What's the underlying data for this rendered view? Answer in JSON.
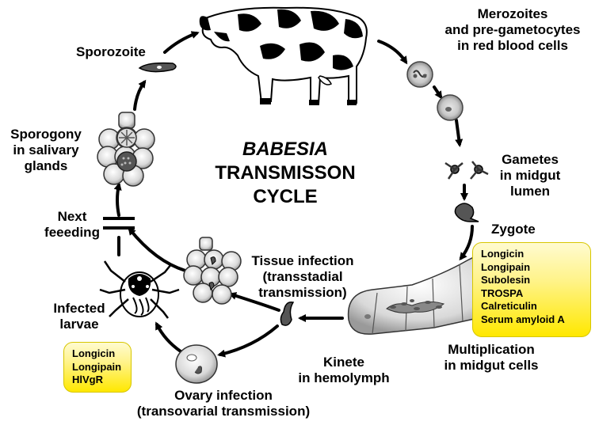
{
  "title": {
    "line1": "BABESIA",
    "line2": "TRANSMISSON",
    "line3": "CYCLE"
  },
  "stages": {
    "sporozoite": "Sporozoite",
    "merozoites": [
      "Merozoites",
      "and pre-gametocytes",
      "in red blood cells"
    ],
    "gametes": [
      "Gametes",
      "in midgut",
      "lumen"
    ],
    "zygote": "Zygote",
    "multiplication": [
      "Multiplication",
      "in midgut cells"
    ],
    "kinete": [
      "Kinete",
      "in hemolymph"
    ],
    "ovary": [
      "Ovary infection",
      "(transovarial transmission)"
    ],
    "tissue": [
      "Tissue infection",
      "(transstadial",
      "transmission)"
    ],
    "larvae": [
      "Infected",
      "larvae"
    ],
    "feeding": [
      "Next",
      "feeeding"
    ],
    "sporogony": [
      "Sporogony",
      "in salivary",
      "glands"
    ]
  },
  "molecule_boxes": {
    "midgut": [
      "Longicin",
      "Longipain",
      "Subolesin",
      "TROSPA",
      "Calreticulin",
      "Serum amyloid A"
    ],
    "ovary": [
      "Longicin",
      "Longipain",
      "HlVgR"
    ]
  },
  "colors": {
    "box_fill": "#fff38a",
    "parasite": "#555555",
    "cell": "#e6e6e6",
    "arrow": "#000000"
  },
  "icons": [
    "cow-icon",
    "tick-icon",
    "red-blood-cell-icon",
    "salivary-gland-icon",
    "midgut-cell-icon",
    "parasite-icon"
  ]
}
